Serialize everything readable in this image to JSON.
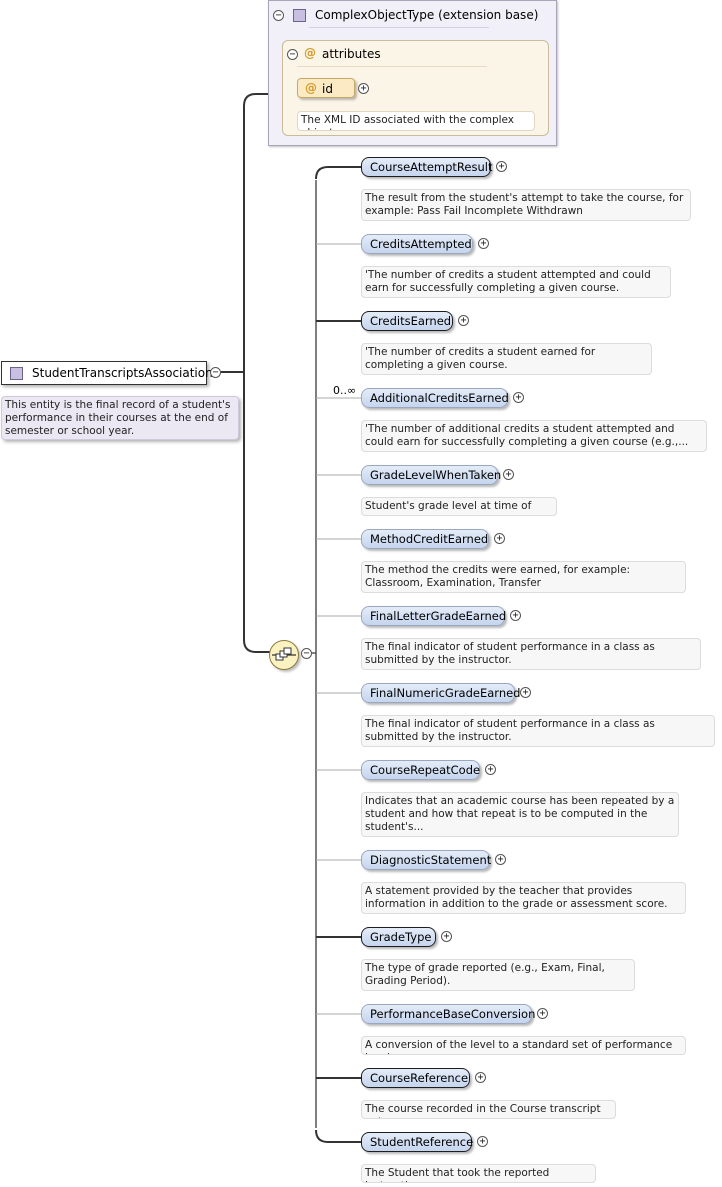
{
  "root_element": {
    "label": "StudentTranscriptsAssociation",
    "doc": "This entity is the final record of a student's performance in their courses at the end of semester or school year.",
    "icon": "complex-type-icon"
  },
  "base_type": {
    "label": "ComplexObjectType (extension base)",
    "attributes_group": {
      "label": "attributes",
      "attribute": {
        "name": "id",
        "doc": "The XML ID associated with the complex object."
      }
    }
  },
  "sequence": {
    "icon": "sequence-compositor-icon",
    "children": [
      {
        "name": "CourseAttemptResult",
        "required": true,
        "doc": "The result from the student's attempt to take the course, for example: Pass Fail Incomplete Withdrawn"
      },
      {
        "name": "CreditsAttempted",
        "required": false,
        "doc": "'The number of credits a student attempted and could earn for successfully completing a given course."
      },
      {
        "name": "CreditsEarned",
        "required": true,
        "doc": "'The number of credits a student earned for completing a given course."
      },
      {
        "name": "AdditionalCreditsEarned",
        "required": false,
        "occurrence": "0..∞",
        "doc": "'The number of additional credits a student attempted and could earn for successfully completing a given course (e.g.,..."
      },
      {
        "name": "GradeLevelWhenTaken",
        "required": false,
        "doc": "Student's grade level at time of course."
      },
      {
        "name": "MethodCreditEarned",
        "required": false,
        "doc": "The method the credits were earned, for example: Classroom, Examination, Transfer"
      },
      {
        "name": "FinalLetterGradeEarned",
        "required": false,
        "doc": "The final indicator of student performance in a class as submitted by the instructor."
      },
      {
        "name": "FinalNumericGradeEarned",
        "required": false,
        "doc": "The final indicator of student performance in a class as submitted by the instructor."
      },
      {
        "name": "CourseRepeatCode",
        "required": false,
        "doc": "Indicates that an academic course has been repeated by a student and how that repeat is to be computed in the student's..."
      },
      {
        "name": "DiagnosticStatement",
        "required": false,
        "doc": "A statement provided by the teacher that provides information in addition to the grade or assessment score."
      },
      {
        "name": "GradeType",
        "required": true,
        "doc": "The type of grade reported (e.g., Exam, Final, Grading Period)."
      },
      {
        "name": "PerformanceBaseConversion",
        "required": false,
        "doc": "A conversion of the level to a standard set of performance levels."
      },
      {
        "name": "CourseReference",
        "required": true,
        "doc": "The course recorded in the Course transcript entry,"
      },
      {
        "name": "StudentReference",
        "required": true,
        "doc": "The Student that took the reported instruction."
      }
    ]
  },
  "colors": {
    "element_fill": "#c5d5ee",
    "complex_type_fill": "#f1eff7",
    "attribute_fill": "#fbeac4",
    "sequence_fill": "#fbf2c2"
  }
}
